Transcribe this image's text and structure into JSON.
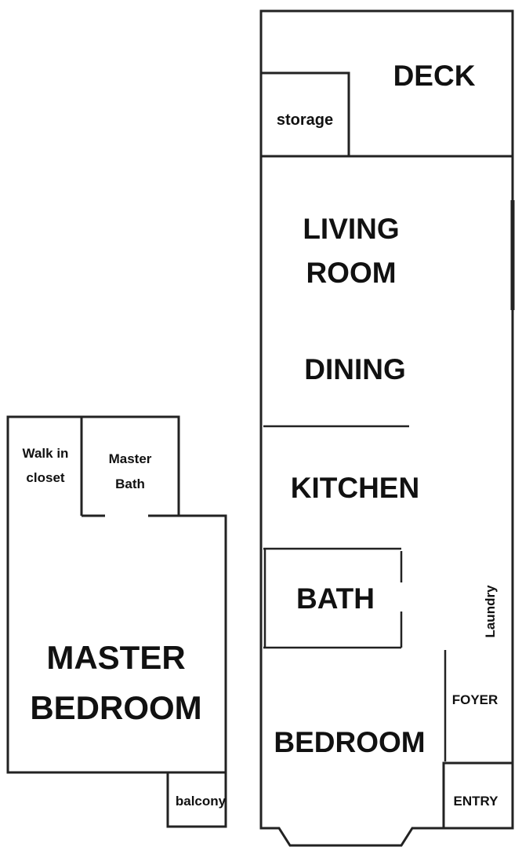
{
  "rooms": {
    "deck": "DECK",
    "storage": "storage",
    "living_line1": "LIVING",
    "living_line2": "ROOM",
    "dining": "DINING",
    "kitchen": "KITCHEN",
    "bath": "BATH",
    "laundry": "Laundry",
    "foyer": "FOYER",
    "bedroom": "BEDROOM",
    "entry": "ENTRY",
    "walkin_line1": "Walk in",
    "walkin_line2": "closet",
    "master_bath_line1": "Master",
    "master_bath_line2": "Bath",
    "master_bed_line1": "MASTER",
    "master_bed_line2": "BEDROOM",
    "balcony": "balcony"
  },
  "colors": {
    "wall": "#222222",
    "text": "#111111",
    "background": "#ffffff"
  }
}
